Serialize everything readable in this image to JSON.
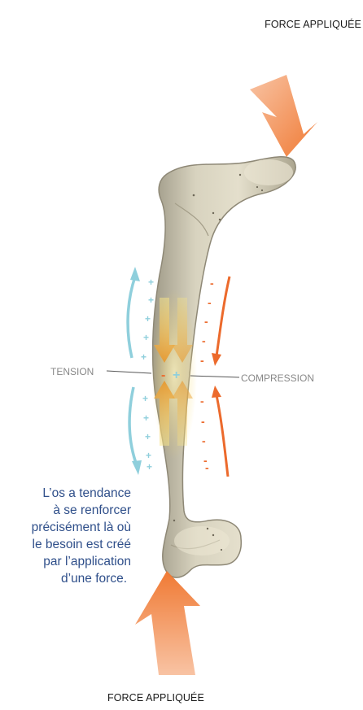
{
  "labels": {
    "force_top": "FORCE APPLIQUÉE",
    "force_bottom": "FORCE APPLIQUÉE",
    "tension": "TENSION",
    "compression": "COMPRESSION"
  },
  "note_lines": [
    "L’os a tendance",
    "à se renforcer",
    "précisément là où",
    "le besoin est créé",
    "par l’application",
    "d’une force."
  ],
  "symbols": {
    "tension_sign": "+",
    "compression_sign": "-"
  },
  "colors": {
    "force_arrow": "#f07a34",
    "tension_blue": "#8fcfdc",
    "compression_orange": "#ec6a2c",
    "bone": "#cfc9b3",
    "bone_shadow": "#a8a290",
    "inner_yellow": "#f6d35a",
    "inner_orange": "#e8962a",
    "note_text": "#2f4f8a"
  },
  "icons": [
    "force-arrow-icon",
    "tension-arrow-icon",
    "compression-arrow-icon",
    "bone-illustration"
  ]
}
